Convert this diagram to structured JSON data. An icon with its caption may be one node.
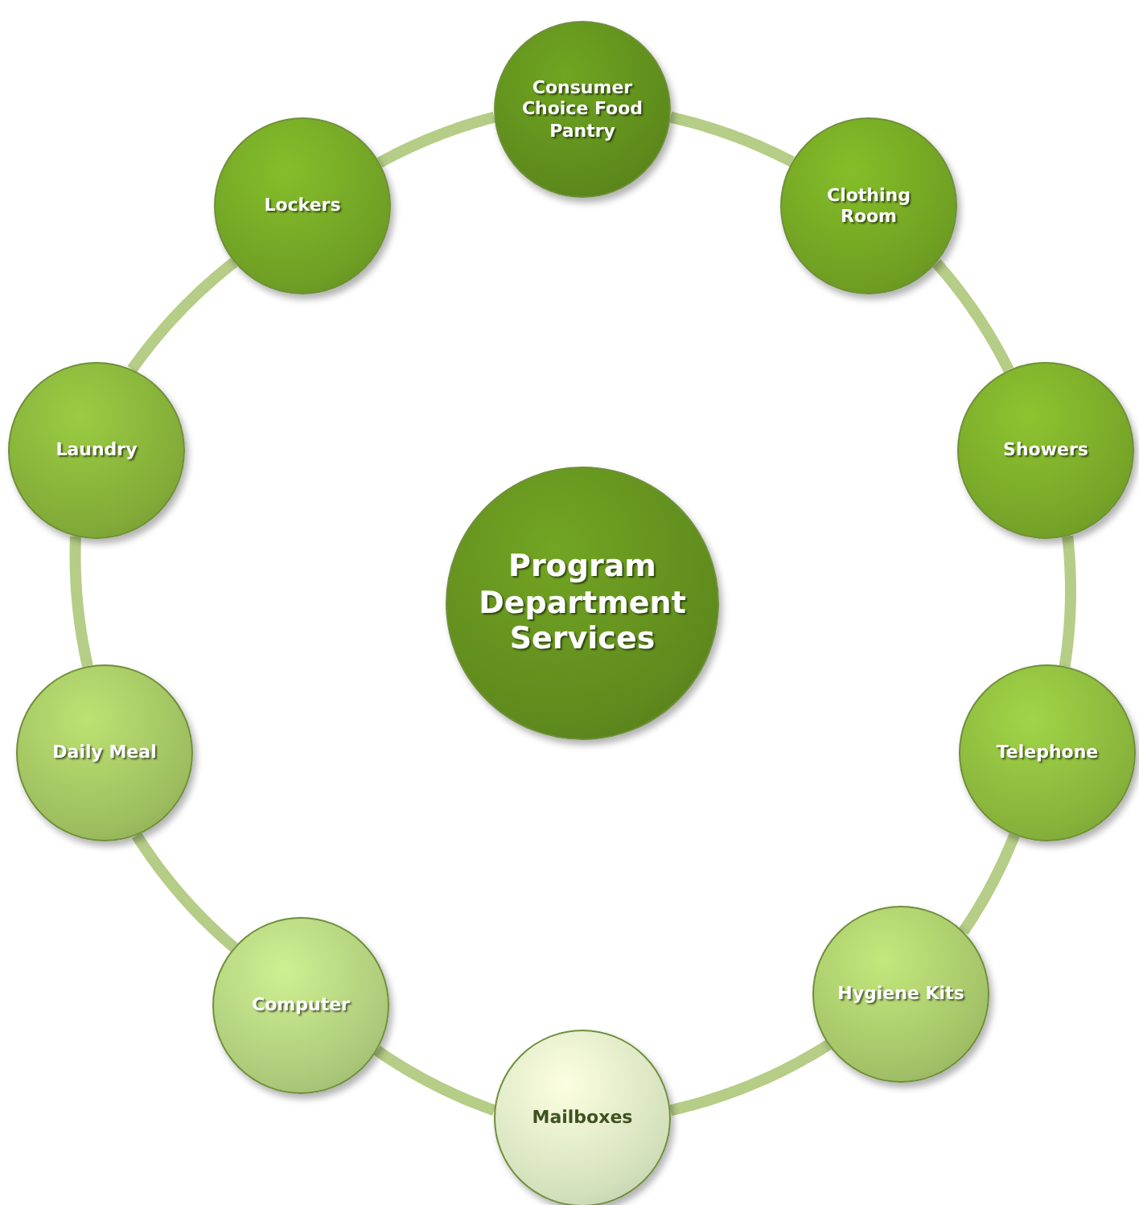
{
  "diagram": {
    "nodes": [
      {
        "text": [
          "Program Department Services"
        ]
      },
      {
        "text": [
          "Consumer Choice Food Pantry"
        ]
      },
      {
        "text": [
          "Clothing Room"
        ]
      },
      {
        "text": [
          "Showers"
        ]
      },
      {
        "text": [
          "Telephone"
        ]
      },
      {
        "text": [
          "Hygiene Kits"
        ]
      },
      {
        "text": [
          "Mailboxes"
        ]
      },
      {
        "text": [
          "Computer"
        ]
      },
      {
        "text": [
          "Daily Meal"
        ]
      },
      {
        "text": [
          "Laundry"
        ]
      },
      {
        "text": [
          "Lockers"
        ]
      }
    ],
    "edges": [
      {
        "from": 1,
        "to": 2,
        "arrow": "none"
      },
      {
        "from": 2,
        "to": 3,
        "arrow": "none"
      },
      {
        "from": 3,
        "to": 4,
        "arrow": "none"
      },
      {
        "from": 4,
        "to": 5,
        "arrow": "none"
      },
      {
        "from": 5,
        "to": 6,
        "arrow": "none"
      },
      {
        "from": 6,
        "to": 7,
        "arrow": "none"
      },
      {
        "from": 7,
        "to": 8,
        "arrow": "none"
      },
      {
        "from": 8,
        "to": 9,
        "arrow": "none"
      },
      {
        "from": 9,
        "to": 10,
        "arrow": "none"
      },
      {
        "from": 10,
        "to": 1,
        "arrow": "none"
      }
    ]
  }
}
